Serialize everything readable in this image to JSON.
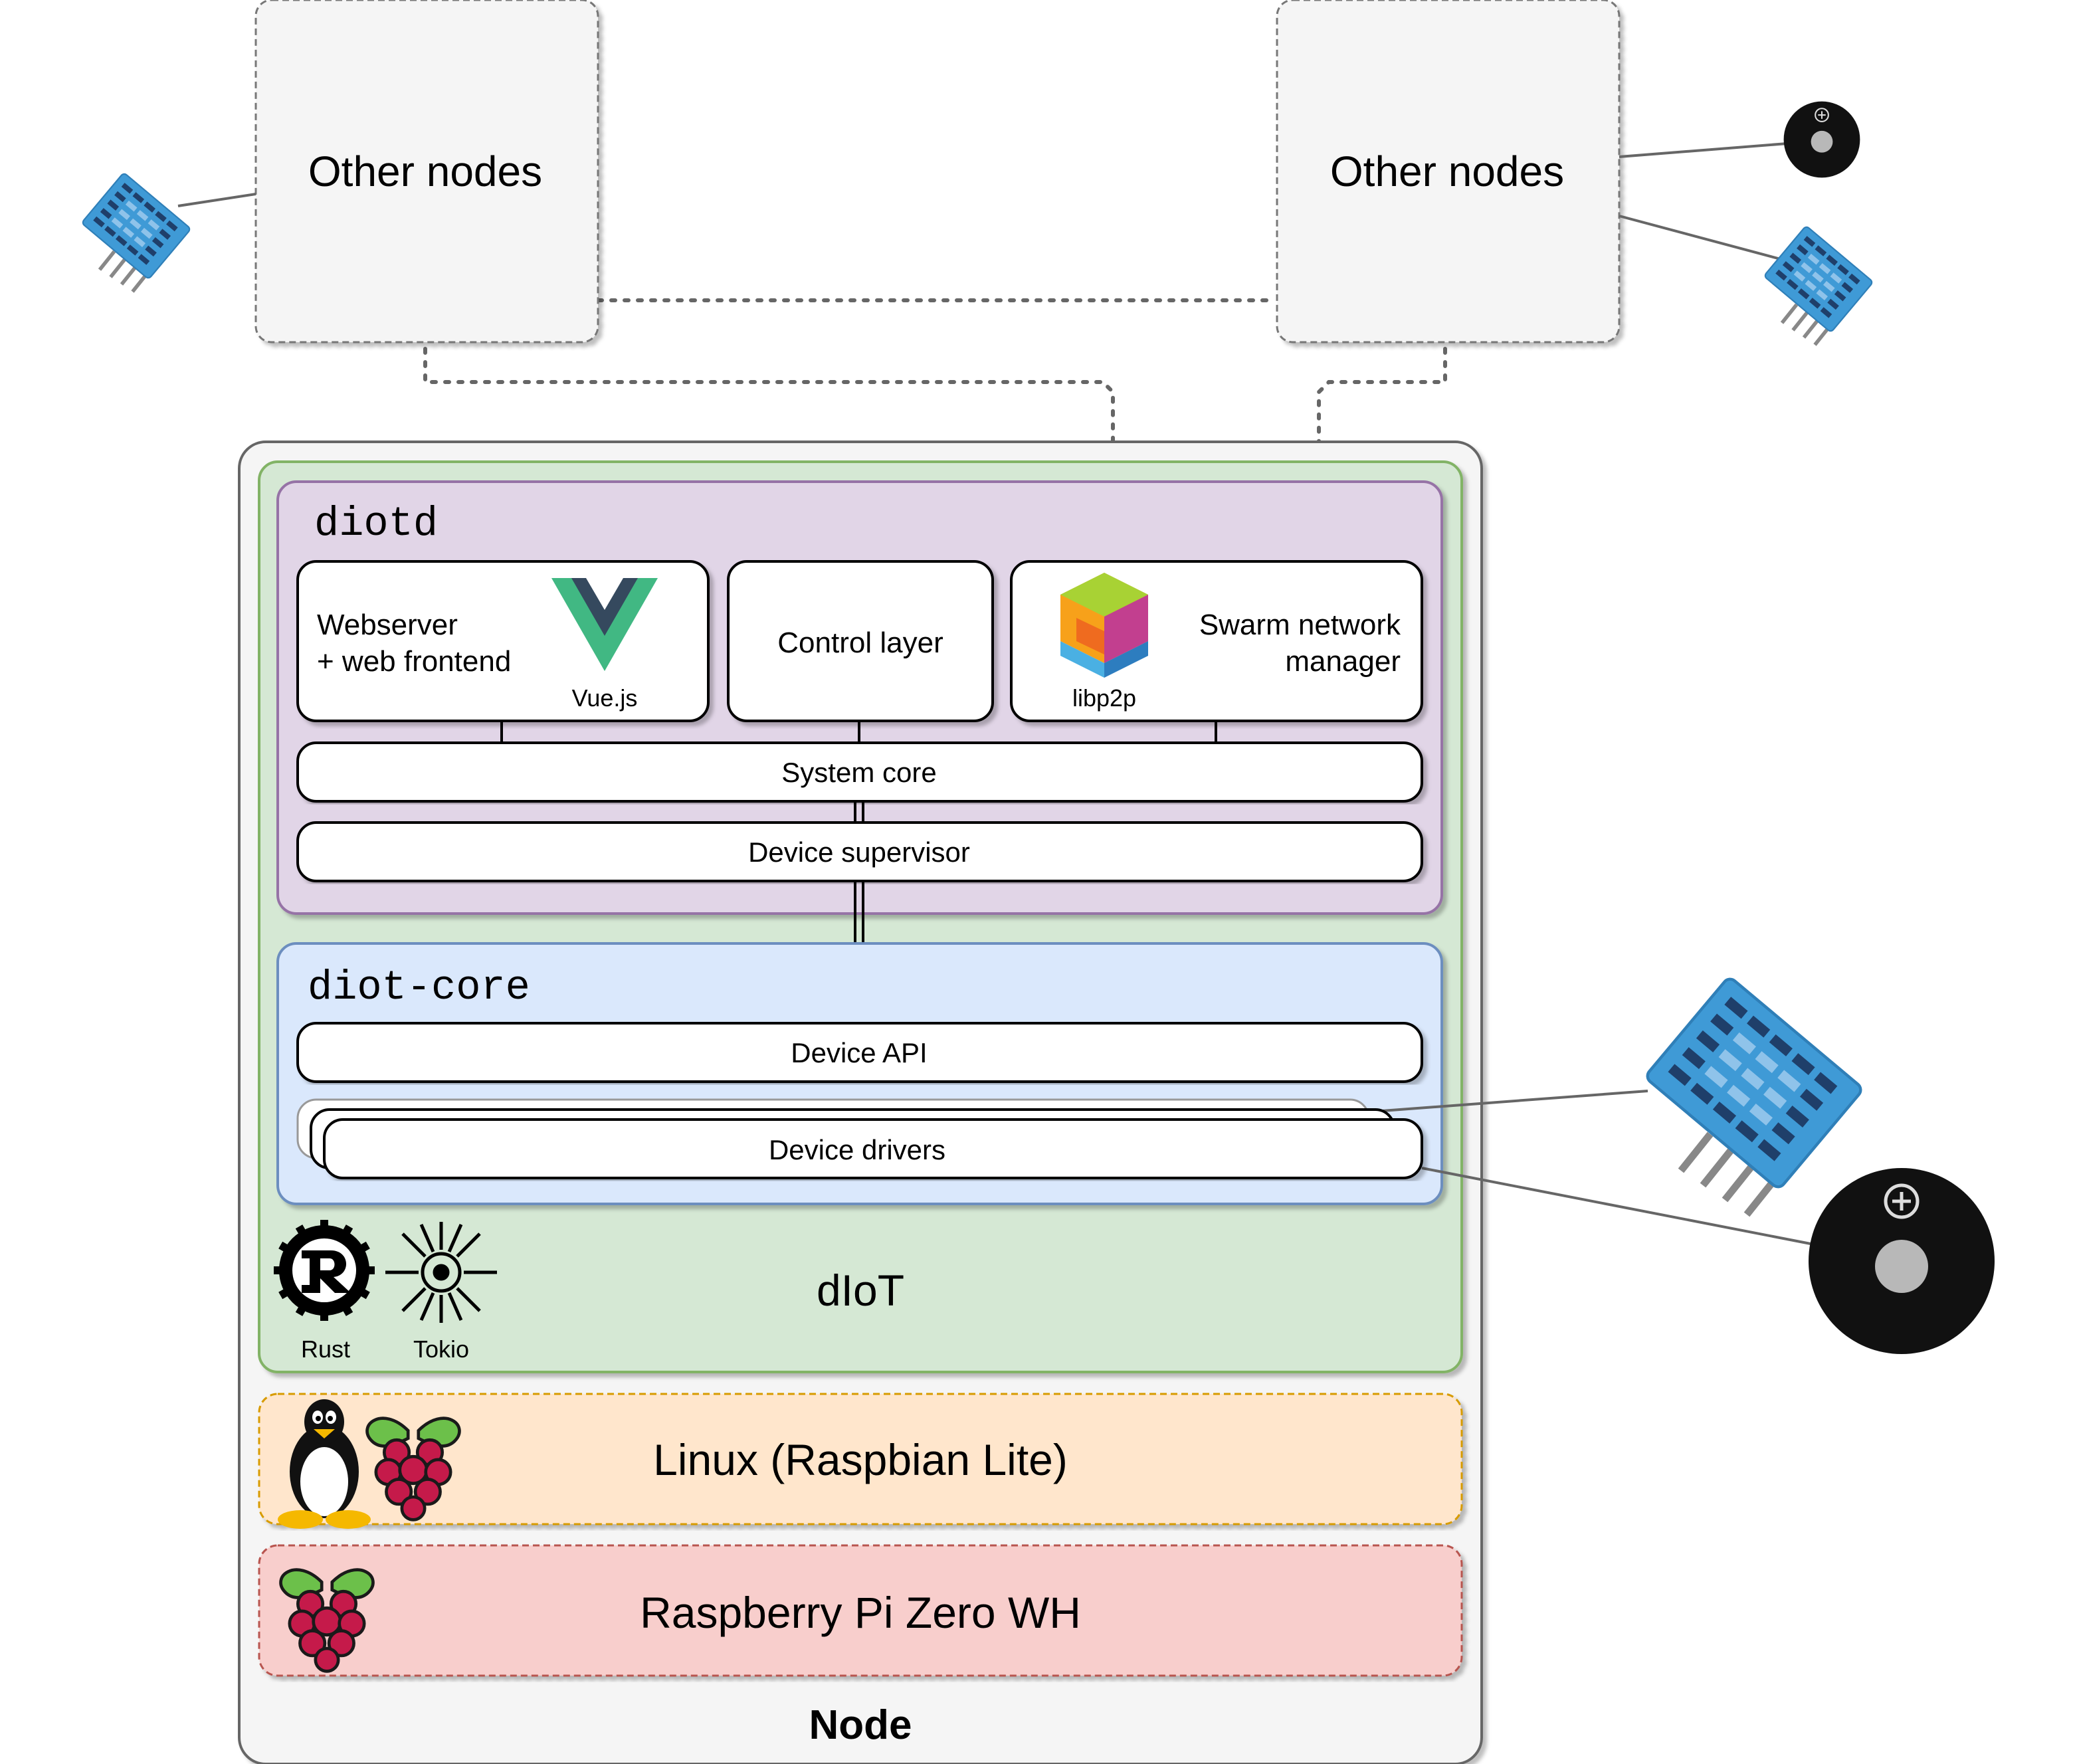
{
  "diagram": {
    "other_nodes_left": "Other nodes",
    "other_nodes_right": "Other nodes",
    "node_label": "Node",
    "diotd": {
      "title": "diotd",
      "webserver_line1": "Webserver",
      "webserver_line2": "+ web frontend",
      "vue_label": "Vue.js",
      "control_layer": "Control layer",
      "swarm_line1": "Swarm network",
      "swarm_line2": "manager",
      "libp2p_label": "libp2p",
      "system_core": "System core",
      "device_supervisor": "Device supervisor"
    },
    "diot_core": {
      "title": "diot-core",
      "device_api": "Device API",
      "device_drivers": "Device drivers"
    },
    "diot": {
      "title": "dIoT",
      "rust_label": "Rust",
      "tokio_label": "Tokio"
    },
    "linux_label": "Linux (Raspbian Lite)",
    "hardware_label": "Raspberry Pi Zero WH"
  },
  "colors": {
    "node_fill": "#f5f5f5",
    "diot_fill": "#d5e8d4",
    "diotd_fill": "#e1d5e7",
    "core_fill": "#dae8fc",
    "linux_fill": "#ffe6cc",
    "hw_fill": "#f8cecc",
    "sensor_blue": "#3f9ad6",
    "buzzer": "#111111"
  },
  "icons": [
    "dht-sensor-icon",
    "buzzer-icon",
    "vue-logo-icon",
    "libp2p-logo-icon",
    "rust-logo-icon",
    "tokio-logo-icon",
    "tux-icon",
    "raspberry-pi-icon"
  ]
}
